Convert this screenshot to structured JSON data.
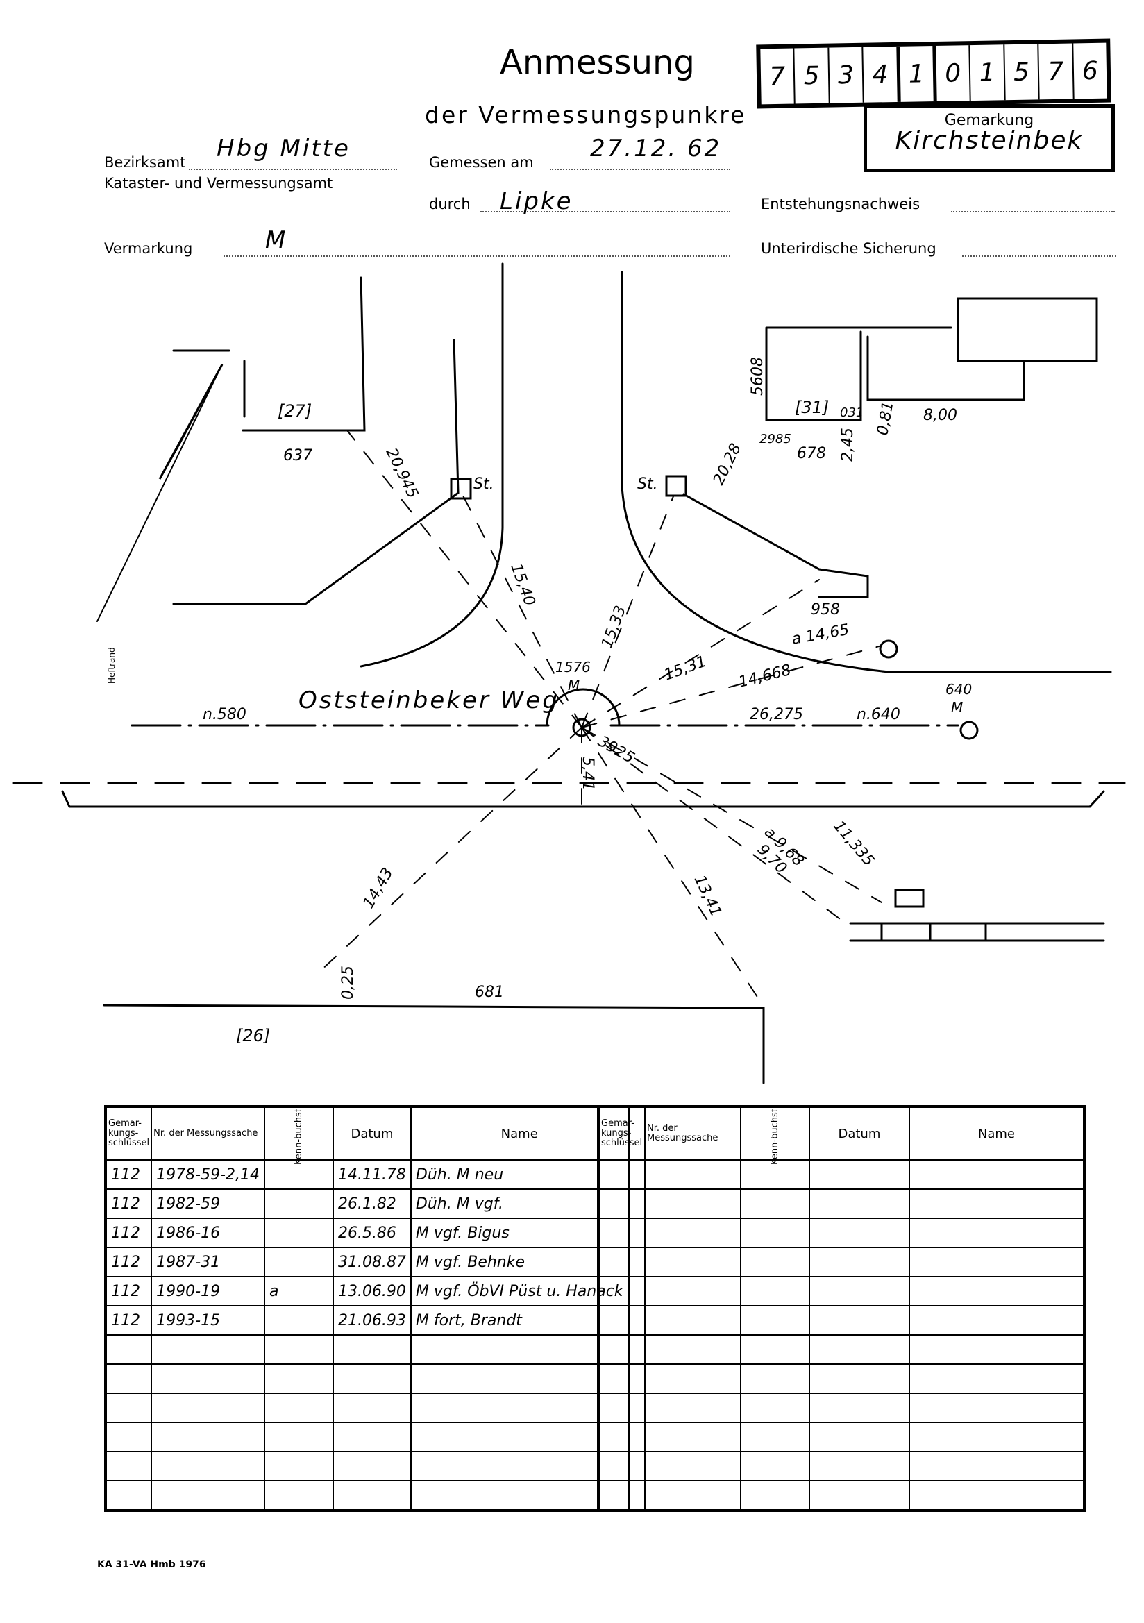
{
  "header": {
    "title": "Anmessung",
    "subtitle": "der Vermessungspunkre",
    "id_digits": [
      "7",
      "5",
      "3",
      "4",
      "1",
      "0",
      "1",
      "5",
      "7",
      "6"
    ],
    "gemarkung_label": "Gemarkung",
    "gemarkung_value": "Kirchsteinbek"
  },
  "form": {
    "bezirksamt_label": "Bezirksamt",
    "bezirksamt_value": "Hbg  Mitte",
    "amt_label": "Kataster- und Vermessungsamt",
    "gemessen_label": "Gemessen am",
    "gemessen_value": "27.12. 62",
    "durch_label": "durch",
    "durch_value": "Lipke",
    "entstehung_label": "Entstehungsnachweis",
    "entstehung_value": "",
    "vermarkung_label": "Vermarkung",
    "vermarkung_value": "M",
    "sicherung_label": "Unterirdische Sicherung",
    "sicherung_value": ""
  },
  "sketch": {
    "street_name": "Oststeinbeker Weg",
    "margin_label": "Heftrand",
    "parcels": [
      "[27]",
      "[31]",
      "[26]"
    ],
    "station_labels": [
      "St.",
      "St."
    ],
    "point_main": "1576",
    "point_main_mark": "M",
    "point_right": "640",
    "point_right_mark": "M",
    "measurements": {
      "m637": "637",
      "m20945": "20,945",
      "m1540": "15,40",
      "m1533": "15,33",
      "m2028": "20,28",
      "m5608": "5608",
      "m2985": "2985",
      "m678": "678",
      "m245": "2,45",
      "m031": "031",
      "m081": "0,81",
      "m800": "8,00",
      "m958": "958",
      "m1465": "a 14,65",
      "m1531": "15,31",
      "m14668": "14,668",
      "n580": "n.580",
      "m26275": "26,275",
      "n640": "n.640",
      "m3925": "3925",
      "m541": "5,41",
      "m968": "a 9,68",
      "m970": "9,70",
      "m11335": "11,335",
      "m1443": "14,43",
      "m1341": "13,41",
      "m025": "0,25",
      "m681": "681"
    }
  },
  "register": {
    "headers": [
      "Gemar-kungs-schlüssel",
      "Nr. der Messungssache",
      "Kenn-buchst.",
      "Datum",
      "Name"
    ],
    "left_rows": [
      [
        "112",
        "1978-59-2,14",
        "",
        "14.11.78",
        "Düh. M neu"
      ],
      [
        "112",
        "1982-59",
        "",
        "26.1.82",
        "Düh. M vgf."
      ],
      [
        "112",
        "1986-16",
        "",
        "26.5.86",
        "M vgf. Bigus"
      ],
      [
        "112",
        "1987-31",
        "",
        "31.08.87",
        "M vgf. Behnke"
      ],
      [
        "112",
        "1990-19",
        "a",
        "13.06.90",
        "M vgf. ÖbVI Püst u. Hanack"
      ],
      [
        "112",
        "1993-15",
        "",
        "21.06.93",
        "M fort, Brandt"
      ],
      [
        "",
        "",
        "",
        "",
        ""
      ],
      [
        "",
        "",
        "",
        "",
        ""
      ],
      [
        "",
        "",
        "",
        "",
        ""
      ],
      [
        "",
        "",
        "",
        "",
        ""
      ],
      [
        "",
        "",
        "",
        "",
        ""
      ],
      [
        "",
        "",
        "",
        "",
        ""
      ]
    ],
    "right_rows_count": 12
  },
  "footer": {
    "form_code": "KA 31-VA Hmb 1976"
  }
}
